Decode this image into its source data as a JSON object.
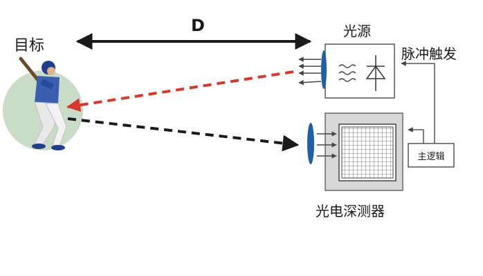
{
  "labels": {
    "target": "目标",
    "distance": "D",
    "light_source": "光源",
    "pulse_trigger": "脉冲触发",
    "main_logic": "主逻辑",
    "photo_detector": "光电深测器"
  },
  "colors": {
    "emitted_beam": "#d9372b",
    "reflected_beam": "#1a1a1a",
    "lens": "#1e5fa8",
    "target_ellipse": "#c9dcc8",
    "detector_panel": "#d7d7d7"
  },
  "icons": {
    "target": "baseball-batter-icon",
    "emitter": "diode-icon",
    "detector": "sensor-grid-icon"
  }
}
